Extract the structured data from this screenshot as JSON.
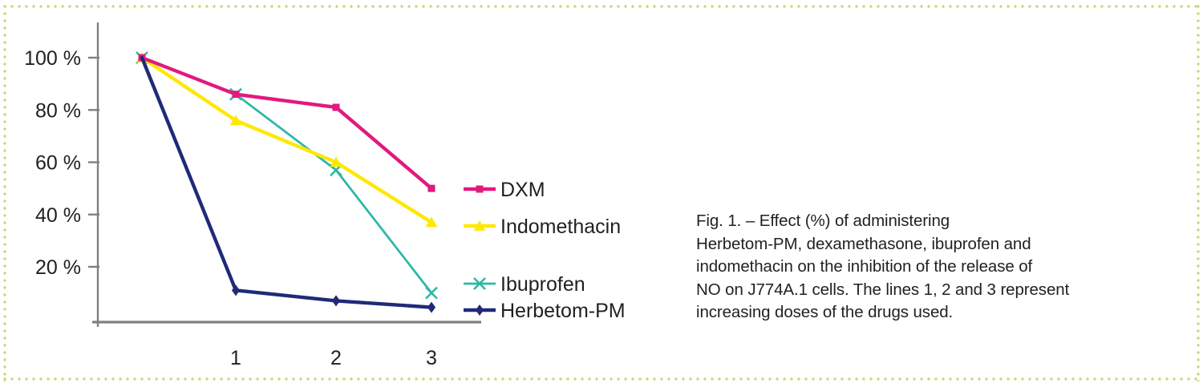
{
  "figure": {
    "caption_lines": [
      "Fig. 1. – Effect (%) of administering",
      "Herbetom-PM, dexamethasone, ibuprofen and",
      "indomethacin on the inhibition of the release of",
      "NO on J774A.1 cells. The lines 1, 2 and 3 represent",
      "increasing doses of the drugs used."
    ]
  },
  "chart_data": {
    "type": "line",
    "title": "",
    "xlabel": "",
    "ylabel": "",
    "grid": false,
    "legend_position": "right",
    "x": [
      0,
      1,
      2,
      3
    ],
    "categories": [
      "0",
      "1",
      "2",
      "3"
    ],
    "x_tick_labels": [
      "1",
      "2",
      "3"
    ],
    "y_tick_labels": [
      "100 %",
      "80 %",
      "60 %",
      "40 %",
      "20 %"
    ],
    "y_tick_values": [
      100,
      80,
      60,
      40,
      20
    ],
    "ylim": [
      0,
      110
    ],
    "xlim": [
      -0.35,
      3.7
    ],
    "series": [
      {
        "name": "DXM",
        "color": "#e2197f",
        "marker": "square",
        "values": [
          100,
          86,
          81,
          50
        ]
      },
      {
        "name": "Indomethacin",
        "color": "#ffe800",
        "marker": "triangle",
        "values": [
          100,
          76,
          60,
          37
        ]
      },
      {
        "name": "Ibuprofen",
        "color": "#2eb8a8",
        "marker": "x",
        "values": [
          100,
          86,
          57,
          10
        ]
      },
      {
        "name": "Herbetom-PM",
        "color": "#1f2a78",
        "marker": "diamond",
        "values": [
          100,
          11,
          7,
          4.5
        ]
      }
    ],
    "legend_entries": [
      {
        "label": "DXM",
        "color": "#e2197f",
        "marker": "square"
      },
      {
        "label": "Indomethacin",
        "color": "#ffe800",
        "marker": "triangle"
      },
      {
        "label": "Ibuprofen",
        "color": "#2eb8a8",
        "marker": "x"
      },
      {
        "label": "Herbetom-PM",
        "color": "#1f2a78",
        "marker": "diamond"
      }
    ]
  },
  "colors": {
    "axis": "#808083",
    "text": "#231f20",
    "frame_dots": "#cfd47c",
    "background": "#ffffff"
  }
}
